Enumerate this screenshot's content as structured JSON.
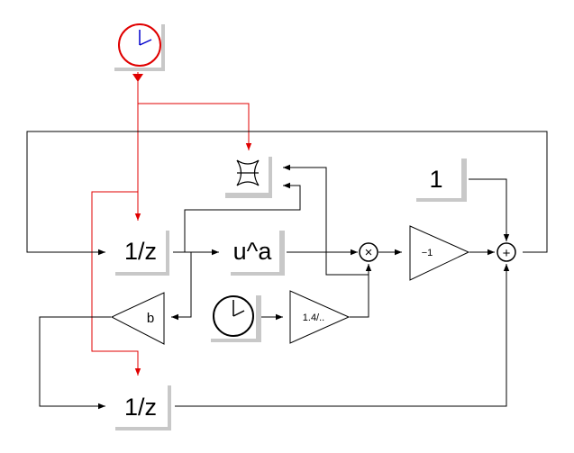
{
  "diagram": {
    "blocks": {
      "clock_top": {
        "label": ""
      },
      "delay_top": {
        "label": "1/z"
      },
      "delay_bottom": {
        "label": "1/z"
      },
      "power": {
        "label": "u^a"
      },
      "const": {
        "label": "1"
      },
      "gain_neg": {
        "label": "−1"
      },
      "gain_b": {
        "label": "b"
      },
      "gain_expr": {
        "label": "1.4/.."
      },
      "product": {
        "label": "×"
      },
      "sum": {
        "label": "+"
      }
    },
    "colors": {
      "event_link": "#e00000",
      "data_link": "#000000",
      "block_shadow": "#c8c8c8"
    }
  }
}
